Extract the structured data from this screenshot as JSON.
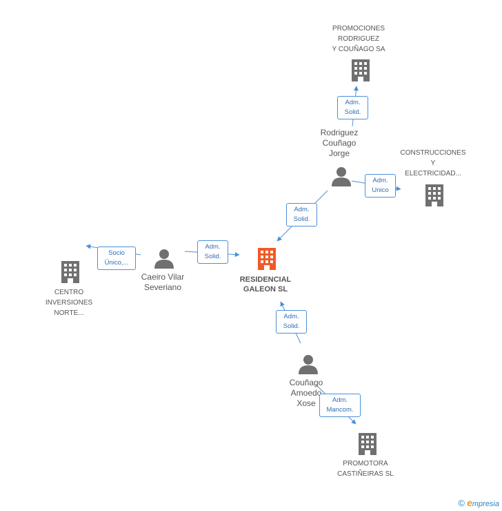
{
  "nodes": {
    "promociones": {
      "lines": [
        "PROMOCIONES",
        "RODRIGUEZ",
        "Y COUÑAGO SA"
      ]
    },
    "rodriguez": {
      "lines": [
        "Rodriguez",
        "Couñago",
        "Jorge"
      ]
    },
    "construcciones": {
      "lines": [
        "CONSTRUCCIONES",
        "Y",
        "ELECTRICIDAD..."
      ]
    },
    "caeiro": {
      "lines": [
        "Caeiro Vilar",
        "Severiano"
      ]
    },
    "residencial": {
      "lines": [
        "RESIDENCIAL",
        "GALEON SL"
      ]
    },
    "centro": {
      "lines": [
        "CENTRO",
        "INVERSIONES",
        "NORTE..."
      ]
    },
    "counago": {
      "lines": [
        "Couñago",
        "Amoedo",
        "Xose"
      ]
    },
    "promotora": {
      "lines": [
        "PROMOTORA",
        "CASTIÑEIRAS SL"
      ]
    }
  },
  "edges": {
    "e1": {
      "lines": [
        "Adm.",
        "Solid."
      ]
    },
    "e2": {
      "lines": [
        "Adm.",
        "Unico"
      ]
    },
    "e3": {
      "lines": [
        "Adm.",
        "Solid."
      ]
    },
    "e4": {
      "lines": [
        "Adm.",
        "Solid."
      ]
    },
    "e5": {
      "lines": [
        "Socio",
        "Único,..."
      ]
    },
    "e6": {
      "lines": [
        "Adm.",
        "Solid."
      ]
    },
    "e7": {
      "lines": [
        "Adm.",
        "Mancom."
      ]
    }
  },
  "footer": {
    "copyright": "©",
    "brand_initial": "e",
    "brand_rest": "mpresia"
  },
  "colors": {
    "building": "#707070",
    "main_building": "#f05a28",
    "person": "#707070",
    "edge": "#4a90d9"
  }
}
